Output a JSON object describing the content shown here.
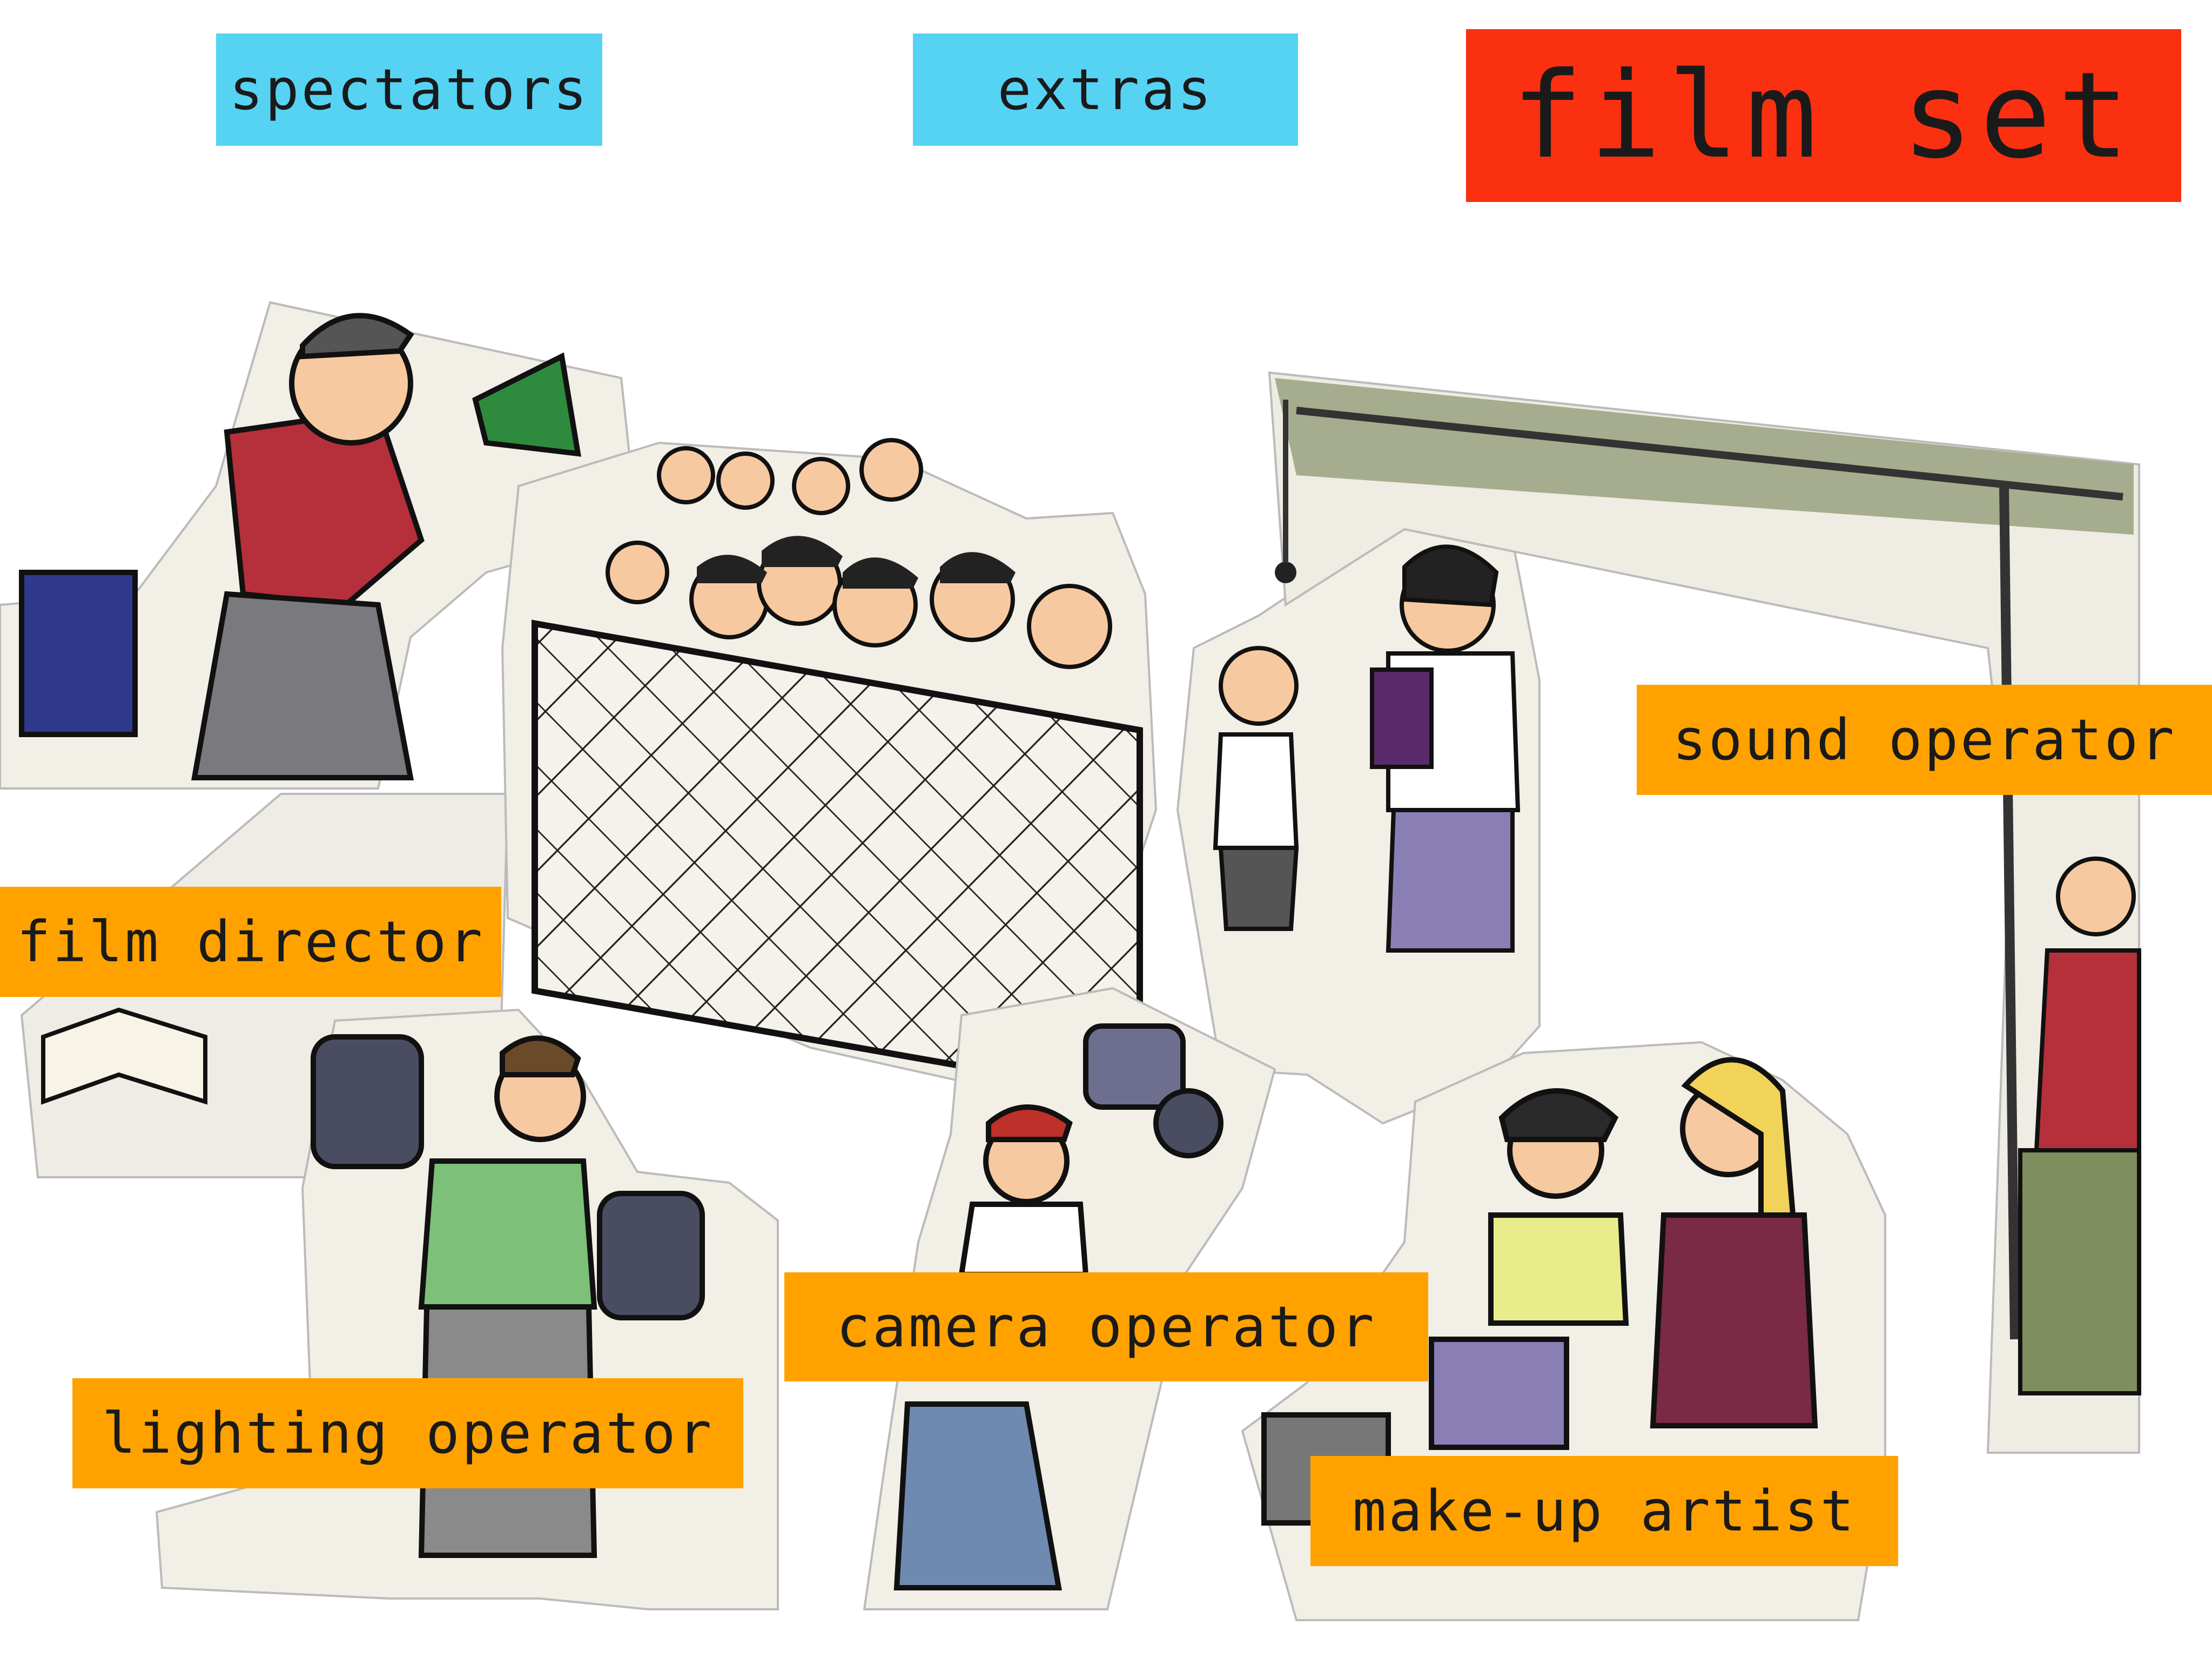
{
  "title": "film set",
  "tags": {
    "spectators": "spectators",
    "extras": "extras",
    "film_director": "film director",
    "sound_operator": "sound operator",
    "camera_operator": "camera operator",
    "lighting_operator": "lighting operator",
    "makeup_artist": "make-up artist"
  },
  "colors": {
    "tag_blue": "#56d3f3",
    "tag_orange": "#ffa200",
    "title_red": "#fa3010"
  }
}
